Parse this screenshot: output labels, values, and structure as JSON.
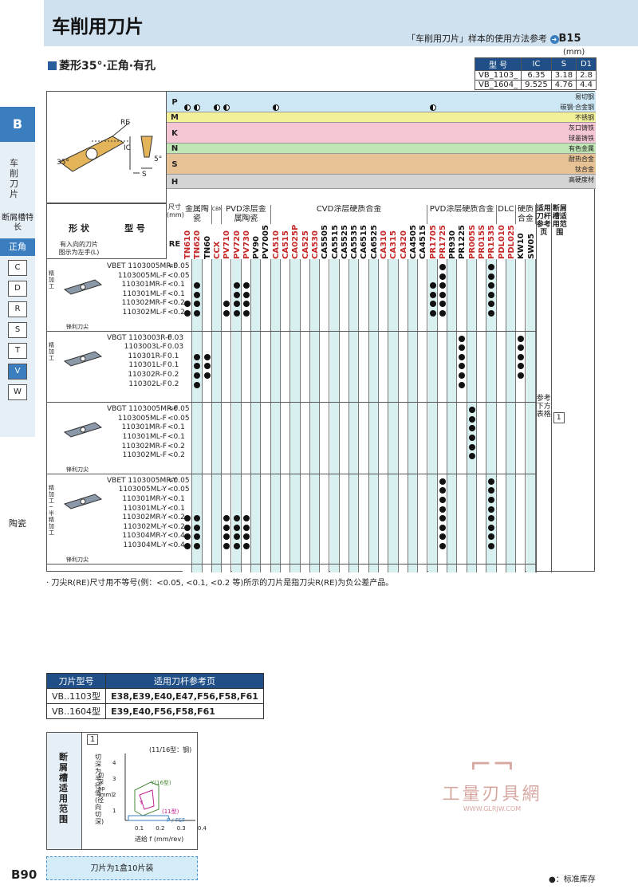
{
  "header": {
    "title": "车削用刀片",
    "ref_text": "「车削用刀片」样本的使用方法参考",
    "ref_page": "B15"
  },
  "subtitle": "菱形35°·正角·有孔",
  "unit": "(mm)",
  "size_table": {
    "headers": [
      "型 号",
      "IC",
      "S",
      "D1"
    ],
    "rows": [
      [
        "VB_1103_",
        "6.35",
        "3.18",
        "2.8"
      ],
      [
        "VB_1604_",
        "9.525",
        "4.76",
        "4.4"
      ]
    ]
  },
  "sidebar": {
    "letter": "B",
    "vertical": "车削刀片",
    "chipbreaker": "断屑槽特长",
    "positive": "正角",
    "shapes": [
      "C",
      "D",
      "R",
      "S",
      "T",
      "V",
      "W"
    ],
    "ceramic": "陶瓷"
  },
  "diagram": {
    "re": "RE",
    "ic": "IC",
    "s": "S",
    "angle1": "35°",
    "angle2": "5°"
  },
  "materials": [
    {
      "code": "P",
      "desc1": "易切钢",
      "desc2": "碳钢·合金钢",
      "color": "#cde7f5"
    },
    {
      "code": "M",
      "desc1": "不锈钢",
      "color": "#f3f09a"
    },
    {
      "code": "K",
      "desc1": "灰口铸铁",
      "desc2": "球墨铸铁",
      "color": "#f5c6d4"
    },
    {
      "code": "N",
      "desc1": "有色金属",
      "color": "#bfe6b4"
    },
    {
      "code": "S",
      "desc1": "耐热合金",
      "desc2": "钛合金",
      "color": "#e6c295"
    },
    {
      "code": "H",
      "desc1": "高硬度材",
      "color": "#d4d4d4"
    }
  ],
  "col_headers": {
    "shape": "形 状",
    "model": "型 号",
    "dir1": "有入向的刀片",
    "dir2": "图示为左手(L)",
    "size": "尺寸(mm)",
    "re": "RE",
    "metal_ceramic": "金属陶瓷",
    "cbn": "CBN",
    "pvd_cermet": "PVD涂层金属陶瓷",
    "cvd": "CVD涂层硬质合金",
    "pvd_carbide": "PVD涂层硬质合金",
    "dlc": "DLC",
    "hard": "硬质合金",
    "holder": "适用刀杆参考页",
    "breaker": "断屑槽适用范围",
    "holder_ref": "参考下方表格",
    "breaker_ref": "1"
  },
  "grades": [
    {
      "n": "TN610",
      "c": "#c62828"
    },
    {
      "n": "TN620",
      "c": "#c62828"
    },
    {
      "n": "TN60",
      "c": "#111"
    },
    {
      "n": "CCX",
      "c": "#c62828"
    },
    {
      "n": "PV710",
      "c": "#c62828"
    },
    {
      "n": "PV720",
      "c": "#c62828"
    },
    {
      "n": "PV730",
      "c": "#c62828"
    },
    {
      "n": "PV90",
      "c": "#111"
    },
    {
      "n": "PV7005",
      "c": "#111"
    },
    {
      "n": "CA510",
      "c": "#c62828"
    },
    {
      "n": "CA515",
      "c": "#c62828"
    },
    {
      "n": "CA025P",
      "c": "#c62828"
    },
    {
      "n": "CA525",
      "c": "#c62828"
    },
    {
      "n": "CA530",
      "c": "#c62828"
    },
    {
      "n": "CA5505",
      "c": "#111"
    },
    {
      "n": "CA5515",
      "c": "#111"
    },
    {
      "n": "CA5525",
      "c": "#111"
    },
    {
      "n": "CA5535",
      "c": "#111"
    },
    {
      "n": "CA6515",
      "c": "#111"
    },
    {
      "n": "CA6525",
      "c": "#111"
    },
    {
      "n": "CA310",
      "c": "#c62828"
    },
    {
      "n": "CA315",
      "c": "#c62828"
    },
    {
      "n": "CA320",
      "c": "#c62828"
    },
    {
      "n": "CA4505",
      "c": "#111"
    },
    {
      "n": "CA4515",
      "c": "#111"
    },
    {
      "n": "PR1705",
      "c": "#c62828"
    },
    {
      "n": "PR1725",
      "c": "#c62828"
    },
    {
      "n": "PR930",
      "c": "#111"
    },
    {
      "n": "PR1225",
      "c": "#111"
    },
    {
      "n": "PR005S",
      "c": "#c62828"
    },
    {
      "n": "PR015S",
      "c": "#c62828"
    },
    {
      "n": "PR1535",
      "c": "#c62828"
    },
    {
      "n": "PDL010",
      "c": "#c62828"
    },
    {
      "n": "PDL025",
      "c": "#c62828"
    },
    {
      "n": "KW10",
      "c": "#111"
    },
    {
      "n": "SW05",
      "c": "#111"
    }
  ],
  "groups": [
    {
      "shape": "VBET",
      "label": "精加工",
      "edge": "锋利刀尖",
      "rows": [
        [
          "1103005MR-F",
          "<0.05"
        ],
        [
          "1103005ML-F",
          "<0.05"
        ],
        [
          "110301MR-F",
          "<0.1"
        ],
        [
          "110301ML-F",
          "<0.1"
        ],
        [
          "110302MR-F",
          "<0.2"
        ],
        [
          "110302ML-F",
          "<0.2"
        ]
      ]
    },
    {
      "shape": "VBGT",
      "label": "精加工",
      "edge": "",
      "rows": [
        [
          "1103003R-F",
          "0.03"
        ],
        [
          "1103003L-F",
          "0.03"
        ],
        [
          "110301R-F",
          "0.1"
        ],
        [
          "110301L-F",
          "0.1"
        ],
        [
          "110302R-F",
          "0.2"
        ],
        [
          "110302L-F",
          "0.2"
        ]
      ]
    },
    {
      "shape": "VBGT",
      "label": "",
      "edge": "锋利刀尖",
      "rows": [
        [
          "1103005MR-F",
          "<0.05"
        ],
        [
          "1103005ML-F",
          "<0.05"
        ],
        [
          "110301MR-F",
          "<0.1"
        ],
        [
          "110301ML-F",
          "<0.1"
        ],
        [
          "110302MR-F",
          "<0.2"
        ],
        [
          "110302ML-F",
          "<0.2"
        ]
      ]
    },
    {
      "shape": "VBET",
      "label": "精加工~半精加工",
      "edge": "锋利刀尖",
      "rows": [
        [
          "1103005MR-Y",
          "<0.05"
        ],
        [
          "1103005ML-Y",
          "<0.05"
        ],
        [
          "110301MR-Y",
          "<0.1"
        ],
        [
          "110301ML-Y",
          "<0.1"
        ],
        [
          "110302MR-Y",
          "<0.2"
        ],
        [
          "110302ML-Y",
          "<0.2"
        ],
        [
          "110304MR-Y",
          "<0.4"
        ],
        [
          "110304ML-Y",
          "<0.4"
        ]
      ]
    }
  ],
  "note": "· 刀尖R(RE)尺寸用不等号(例：<0.05, <0.1, <0.2 等)所示的刀片是指刀尖R(RE)为负公差产品。",
  "holder_table": {
    "headers": [
      "刀片型号",
      "适用刀杆参考页"
    ],
    "rows": [
      [
        "VB..1103型",
        "E38,E39,E40,E47,F56,F58,F61"
      ],
      [
        "VB..1604型",
        "E39,E40,F56,F58,F61"
      ]
    ]
  },
  "breaker_box": {
    "num": "1",
    "title": "断屑槽适用范围",
    "ylabel": "切深为半径值(径向切深)",
    "ylabel2": "切深 ap (mm)",
    "xlabel": "进给 f (mm/rev)",
    "note": "(11/16型：钢)",
    "xticks": [
      "0.1",
      "0.2",
      "0.3",
      "0.4"
    ],
    "yticks": [
      "4",
      "3",
      "2",
      "1"
    ],
    "y16": "Y(16型)",
    "y11": "(11型)",
    "y": "Y",
    "fsf": "F / FSF"
  },
  "watermark": {
    "t1": "工量刃具網",
    "t2": "WWW.GLRJW.COM"
  },
  "footer": "刀片为1盒10片装",
  "page": "B90",
  "legend": "●：标准库存"
}
